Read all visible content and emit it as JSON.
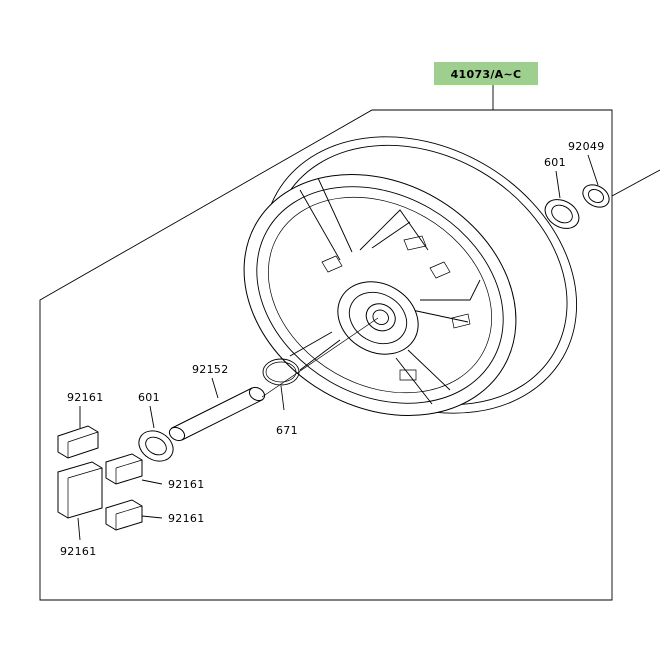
{
  "assembly": {
    "part_number": "41073/A~C",
    "badge_color": "#9fcf8f"
  },
  "callouts": {
    "seal_right": "92049",
    "bearing_right": "601",
    "collar": "92152",
    "bearing_left": "601",
    "o_ring": "671",
    "damper_top": "92161",
    "damper_mid": "92161",
    "damper_low": "92161",
    "damper_bottom": "92161"
  }
}
